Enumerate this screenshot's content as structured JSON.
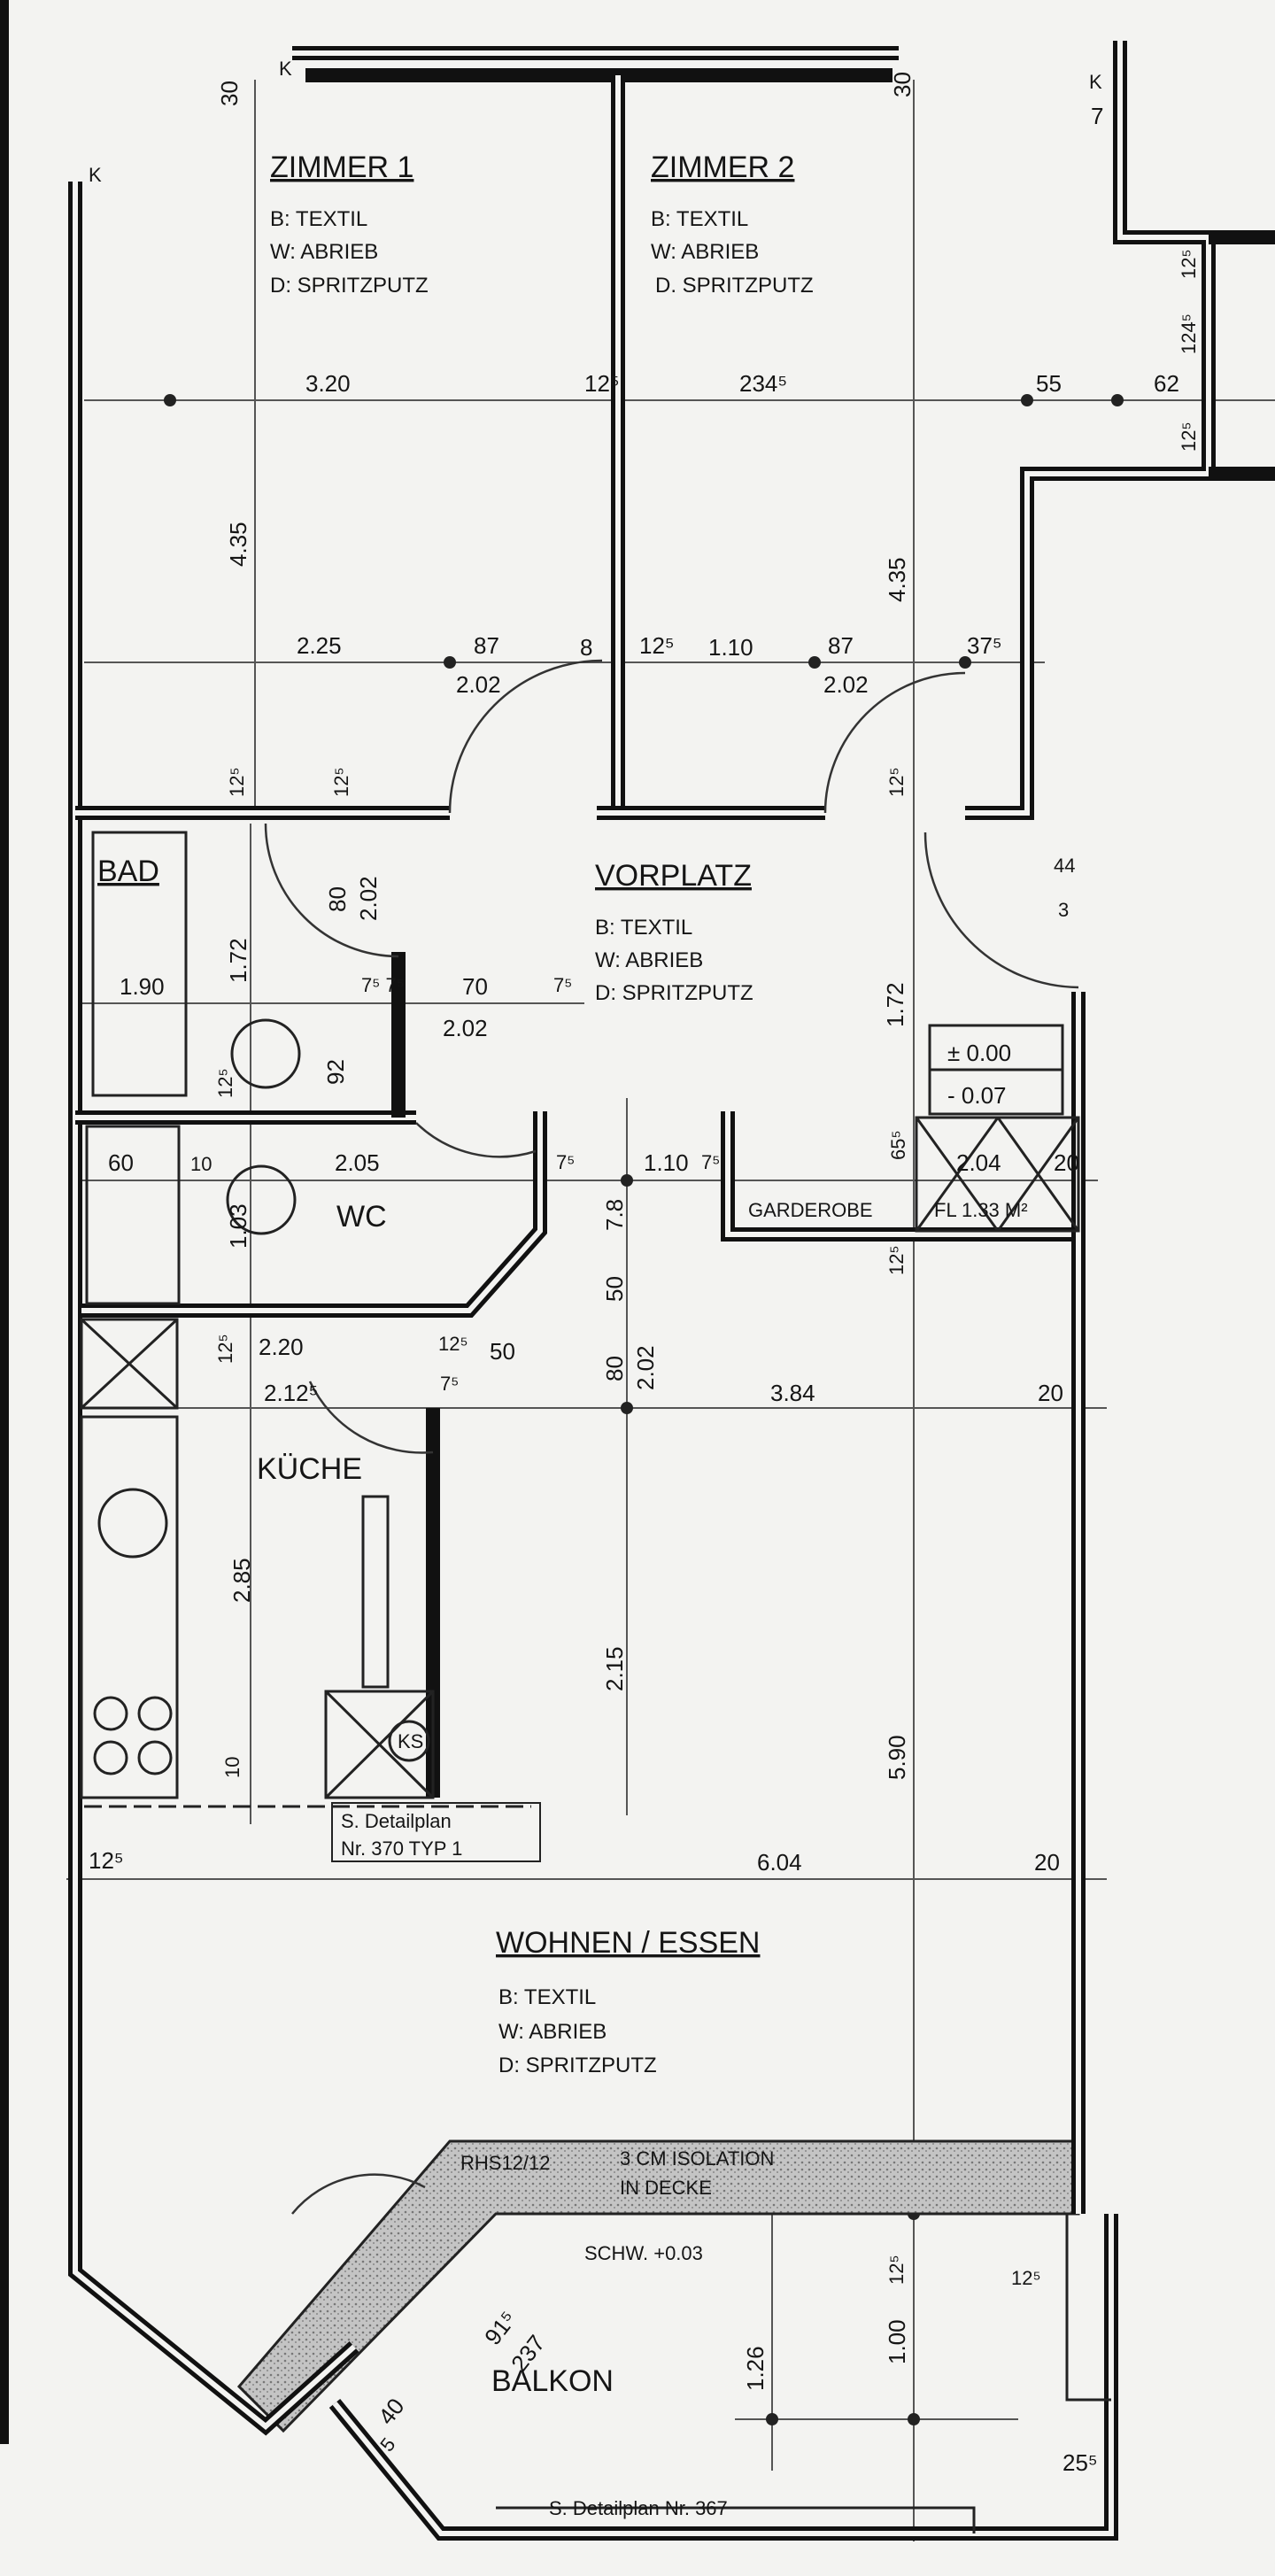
{
  "rooms": [
    {
      "name": "ZIMMER 1",
      "floor": "B: TEXTIL",
      "wall": "W: ABRIEB",
      "ceiling": "D: SPRITZPUTZ"
    },
    {
      "name": "ZIMMER 2",
      "floor": "B: TEXTIL",
      "wall": "W: ABRIEB",
      "ceiling": "D. SPRITZPUTZ"
    },
    {
      "name": "VORPLATZ",
      "floor": "B: TEXTIL",
      "wall": "W: ABRIEB",
      "ceiling": "D: SPRITZPUTZ"
    },
    {
      "name": "WOHNEN / ESSEN",
      "floor": "B: TEXTIL",
      "wall": "W: ABRIEB",
      "ceiling": "D: SPRITZPUTZ"
    },
    {
      "name": "BAD"
    },
    {
      "name": "WC"
    },
    {
      "name": "KÜCHE"
    },
    {
      "name": "BALKON"
    }
  ],
  "labels": {
    "garderobe": "GARDEROBE",
    "garderobe_area": "FL 1.33 M²",
    "level_1": "± 0.00",
    "level_2": "- 0.07",
    "ks": "KS",
    "detail_1a": "S. Detailplan",
    "detail_1b": "Nr. 370 TYP 1",
    "rhs": "RHS12/12",
    "isolation_1": "3 CM ISOLATION",
    "isolation_2": "IN DECKE",
    "threshold": "SCHW. +0.03",
    "detail_2": "S. Detailplan Nr. 367",
    "k1": "K",
    "k2": "K",
    "k3": "K"
  },
  "dims": [
    "30",
    "30",
    "7",
    "3.20",
    "12⁵",
    "234⁵",
    "55",
    "62",
    "12⁵",
    "124⁵",
    "12⁵",
    "4.35",
    "4.35",
    "2.25",
    "87",
    "8",
    "12⁵",
    "1.10",
    "87",
    "37⁵",
    "2.02",
    "2.02",
    "12⁵",
    "12⁵",
    "12⁵",
    "80",
    "2.02",
    "1.72",
    "1.90",
    "7⁵ 7⁵",
    "70",
    "2.02",
    "7⁵",
    "92",
    "12⁵",
    "44",
    "3",
    "1.72",
    "60",
    "10",
    "2.05",
    "7⁵",
    "1.10",
    "7⁵",
    "65⁵",
    "2.04",
    "20",
    "7.8",
    "1.03",
    "50",
    "12⁵",
    "12⁵",
    "2.20",
    "12⁵",
    "50",
    "80",
    "2.02",
    "2.12⁵",
    "7⁵",
    "3.84",
    "20",
    "2.85",
    "2.15",
    "5.90",
    "10",
    "12⁵",
    "6.04",
    "20",
    "12⁵",
    "1.00",
    "1.26",
    "12⁵",
    "91⁵",
    "237",
    "40",
    "5",
    "25⁵"
  ],
  "colors": {
    "ink": "#111111",
    "paper": "#f3f3f1",
    "insulation": "#b8b8b8"
  }
}
